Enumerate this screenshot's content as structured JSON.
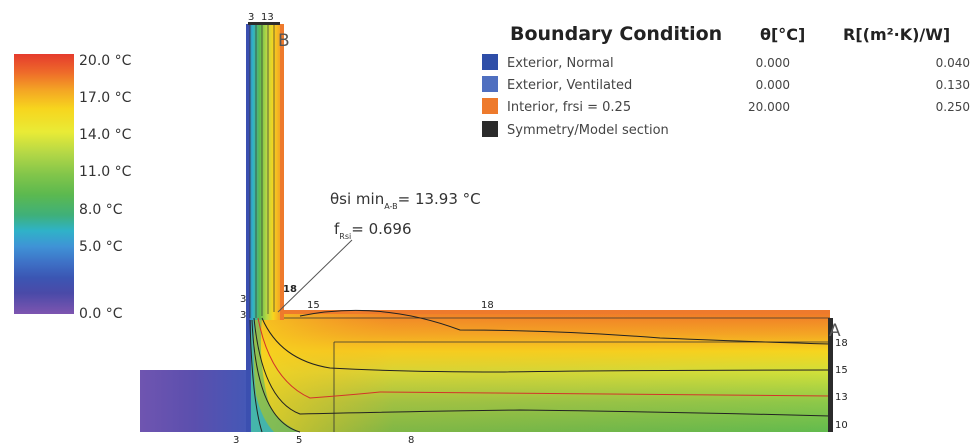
{
  "scale": {
    "labels": [
      "20.0 °C",
      "17.0 °C",
      "14.0 °C",
      "11.0 °C",
      "8.0 °C",
      "5.0 °C",
      "0.0 °C"
    ],
    "colors_top_to_bottom": [
      "#e53b2d",
      "#ee6a2a",
      "#f4a624",
      "#f7d51e",
      "#e9eb36",
      "#b5d846",
      "#84c64a",
      "#5cb94f",
      "#3fb079",
      "#2fb2c8",
      "#3f93d6",
      "#3e72c7",
      "#3b56b3",
      "#4a4aa8",
      "#6a4aa8",
      "#7e55b0"
    ]
  },
  "legend": {
    "heading": "Boundary Condition",
    "theta_header": "θ[°C]",
    "r_header": "R[(m²·K)/W]",
    "rows": [
      {
        "name": "Exterior, Normal",
        "theta": "0.000",
        "r": "0.040",
        "color": "#2e4ea8"
      },
      {
        "name": "Exterior, Ventilated",
        "theta": "0.000",
        "r": "0.130",
        "color": "#4f6fc0"
      },
      {
        "name": "Interior, frsi = 0.25",
        "theta": "20.000",
        "r": "0.250",
        "color": "#ee7a2c"
      },
      {
        "name": "Symmetry/Model section",
        "theta": "",
        "r": "",
        "color": "#2b2b2b"
      }
    ]
  },
  "annotation": {
    "theta_label": "θsi min",
    "theta_sub": "A-B",
    "theta_value": "= 13.93 °C",
    "f_label": "f",
    "f_sub": "Rsi",
    "f_value": "= 0.696"
  },
  "points": {
    "a": "A",
    "b": "B"
  },
  "isotherm_labels": {
    "top": [
      "3",
      "13"
    ],
    "corner": [
      "18",
      "3",
      "3",
      "15",
      "18"
    ],
    "right": [
      "18",
      "15",
      "13",
      "10"
    ],
    "bottom": [
      "3",
      "5",
      "8"
    ]
  }
}
